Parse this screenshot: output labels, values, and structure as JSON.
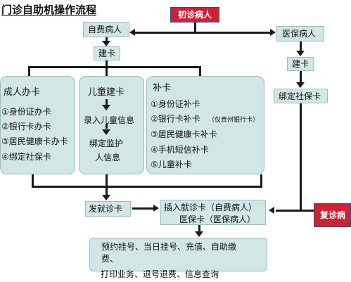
{
  "title": "门诊自助机操作流程",
  "first_visit": "初诊病人",
  "return_visit": "复诊病人",
  "self_pay": "自费病人",
  "insured": "医保病人",
  "create_card_left": "建卡",
  "create_card_right": "建卡",
  "bind_ss_card": "绑定社保卡",
  "adult_card": {
    "title": "成人办卡",
    "items": [
      "①身份证办卡",
      "②银行卡办卡",
      "③居民健康卡办卡",
      "④绑定社保卡"
    ]
  },
  "child_card": {
    "title": "儿童建卡",
    "step1": "录入儿童信息",
    "step2_line1": "绑定监护",
    "step2_line2": "人信息"
  },
  "replace_card": {
    "title": "补卡",
    "item1": "①身份证补卡",
    "item2": "②银行卡补卡",
    "item2_note": "（仅贵州银行卡）",
    "item3": "③居民健康卡补卡",
    "item4": "④手机短信补卡",
    "item5": "⑤儿童补卡"
  },
  "issue_card": "发就诊卡",
  "insert_card": {
    "line1": "插入就诊卡（自费病人）",
    "line2": "医保卡（医保病人）"
  },
  "services": {
    "line1": "预约挂号、当日挂号、充值、自助缴",
    "line2": "费、",
    "line3": "打印业务、退号退费、信息查询"
  },
  "colors": {
    "box_fill": "#d1e6e5",
    "red_fill": "#c9233a",
    "arrow": "#1a1a1a"
  }
}
